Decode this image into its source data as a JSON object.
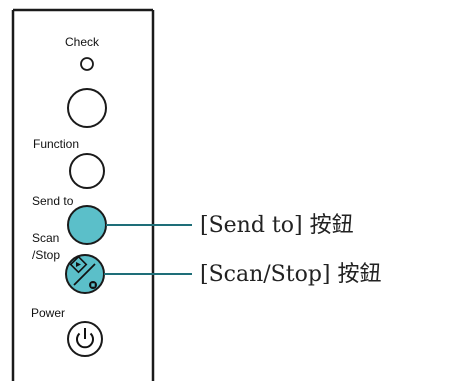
{
  "panel": {
    "labels": {
      "check": "Check",
      "function": "Function",
      "send_to": "Send to",
      "scan": "Scan",
      "stop": "/Stop",
      "power": "Power"
    }
  },
  "callouts": {
    "send_to": "[Send to] 按鈕",
    "scan_stop": "[Scan/Stop] 按鈕"
  },
  "colors": {
    "highlight": "#5bbfc9",
    "outline": "#1a1a1a",
    "leader": "#1e6e78"
  },
  "icons": {
    "scan_stop": "scan-stop-icon",
    "power": "power-icon"
  }
}
